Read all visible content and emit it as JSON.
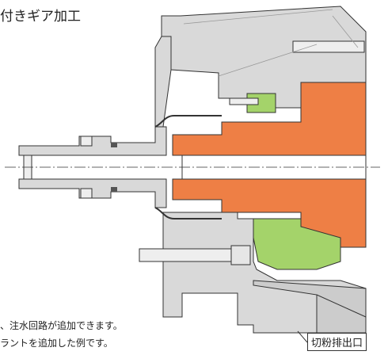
{
  "title": "付きギア加工",
  "notes": [
    "、注水回路が追加できます。",
    "ラントを追加した例です。"
  ],
  "callout_label": "切粉排出口",
  "colors": {
    "spindle": "#ee7f45",
    "green_part": "#a4d36a",
    "housing": "#d9d9d9",
    "outline": "#333333"
  }
}
